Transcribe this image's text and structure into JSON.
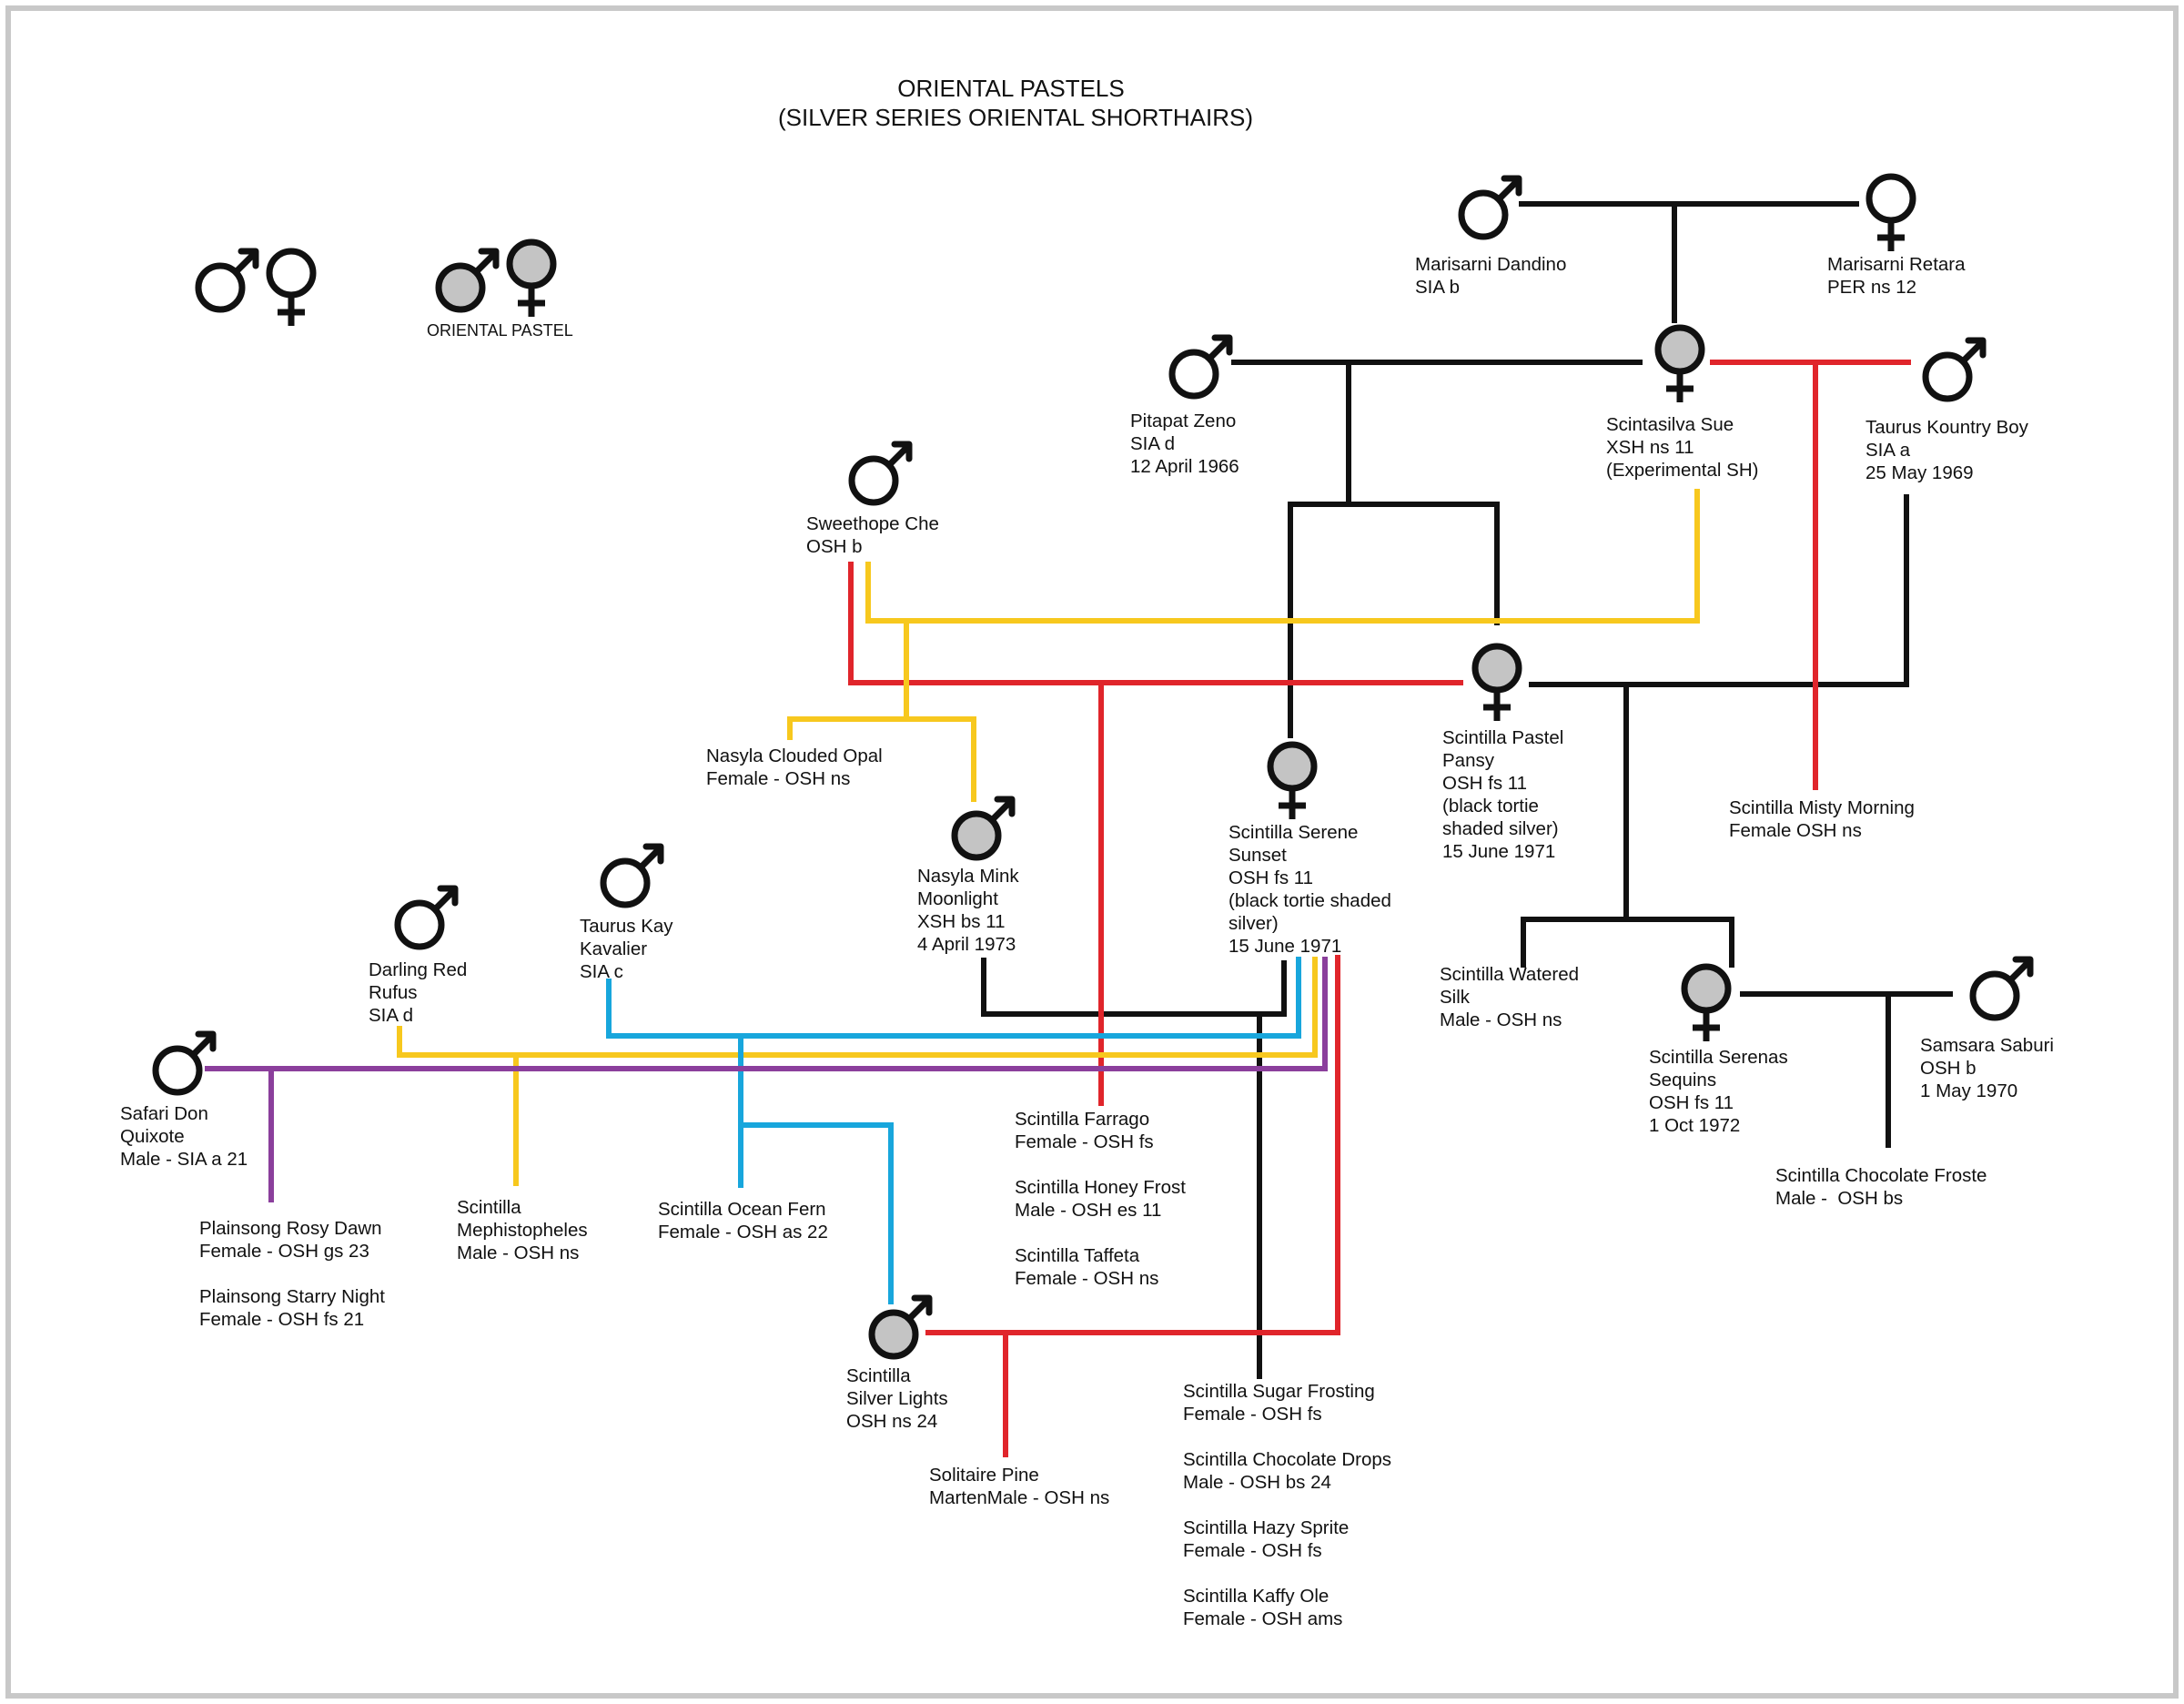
{
  "title_line1": "ORIENTAL PASTELS",
  "title_line2": "(SILVER SERIES ORIENTAL SHORTHAIRS)",
  "legend": {
    "caption": "ORIENTAL PASTEL"
  },
  "colors": {
    "black": "#111111",
    "red": "#e0252b",
    "yellow": "#f7c81e",
    "blue": "#18a6dc",
    "purple": "#8b3f9c",
    "pastel_fill": "#c4c4c4",
    "frame": "#c8c8c8"
  },
  "nodes": {
    "dandino": "Marisarni Dandino\nSIA b",
    "retara": "Marisarni Retara\nPER ns 12",
    "zeno": "Pitapat Zeno\nSIA d\n12 April 1966",
    "sue": "Scintasilva Sue\nXSH ns 11\n(Experimental SH)",
    "kountry": "Taurus Kountry Boy\nSIA a\n25 May 1969",
    "che": "Sweethope Che\nOSH b",
    "opal": "Nasyla Clouded Opal\nFemale - OSH ns",
    "pansy": "Scintilla Pastel\nPansy\nOSH fs 11\n(black tortie\nshaded silver)\n15 June 1971",
    "misty": "Scintilla Misty Morning\nFemale OSH ns",
    "serene": "Scintilla Serene\nSunset\nOSH fs 11\n(black tortie shaded\nsilver)\n15 June 1971",
    "mink": "Nasyla Mink\nMoonlight\nXSH bs 11\n4 April 1973",
    "kay": "Taurus Kay\nKavalier\nSIA c",
    "rufus": "Darling Red\nRufus\nSIA d",
    "watered": "Scintilla Watered\nSilk\nMale - OSH ns",
    "sequins": "Scintilla Serenas\nSequins\nOSH fs 11\n1 Oct 1972",
    "saburi": "Samsara Saburi\nOSH b\n1 May 1970",
    "froste": "Scintilla Chocolate Froste\nMale -  OSH bs",
    "quixote": "Safari Don\nQuixote\nMale - SIA a 21",
    "rosy_starry": "Plainsong Rosy Dawn\nFemale - OSH gs 23\n\nPlainsong Starry Night\nFemale - OSH fs 21",
    "mephisto": "Scintilla\nMephistopheles\nMale - OSH ns",
    "fern": "Scintilla Ocean Fern\nFemale - OSH as 22",
    "farrago_group": "Scintilla Farrago\nFemale - OSH fs\n\nScintilla Honey Frost\nMale - OSH es 11\n\nScintilla Taffeta\nFemale - OSH ns",
    "silver_lights": "Scintilla\nSilver Lights\nOSH ns 24",
    "solitaire": "Solitaire Pine\nMartenMale - OSH ns",
    "sugar_group": "Scintilla Sugar Frosting\nFemale - OSH fs\n\nScintilla Chocolate Drops\nMale - OSH bs 24\n\nScintilla Hazy Sprite\nFemale - OSH fs\n\nScintilla Kaffy Ole\nFemale - OSH ams"
  }
}
